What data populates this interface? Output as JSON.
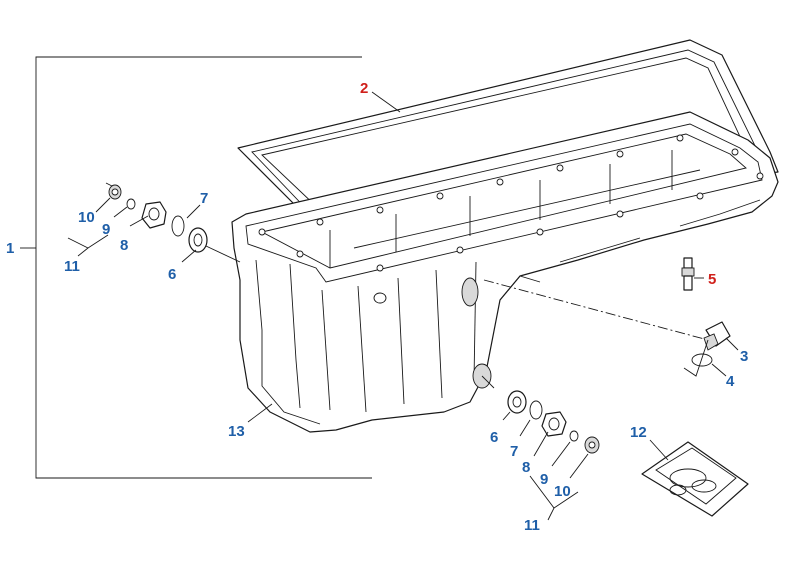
{
  "colors": {
    "callout_blue": "#1f5fa8",
    "callout_red": "#d0201b",
    "line": "#1a1a1a"
  },
  "callouts": {
    "c1": "1",
    "c2": "2",
    "c3": "3",
    "c4": "4",
    "c5": "5",
    "c6a": "6",
    "c6b": "6",
    "c7a": "7",
    "c7b": "7",
    "c8a": "8",
    "c8b": "8",
    "c9a": "9",
    "c9b": "9",
    "c10a": "10",
    "c10b": "10",
    "c11a": "11",
    "c11b": "11",
    "c12": "12",
    "c13": "13"
  }
}
